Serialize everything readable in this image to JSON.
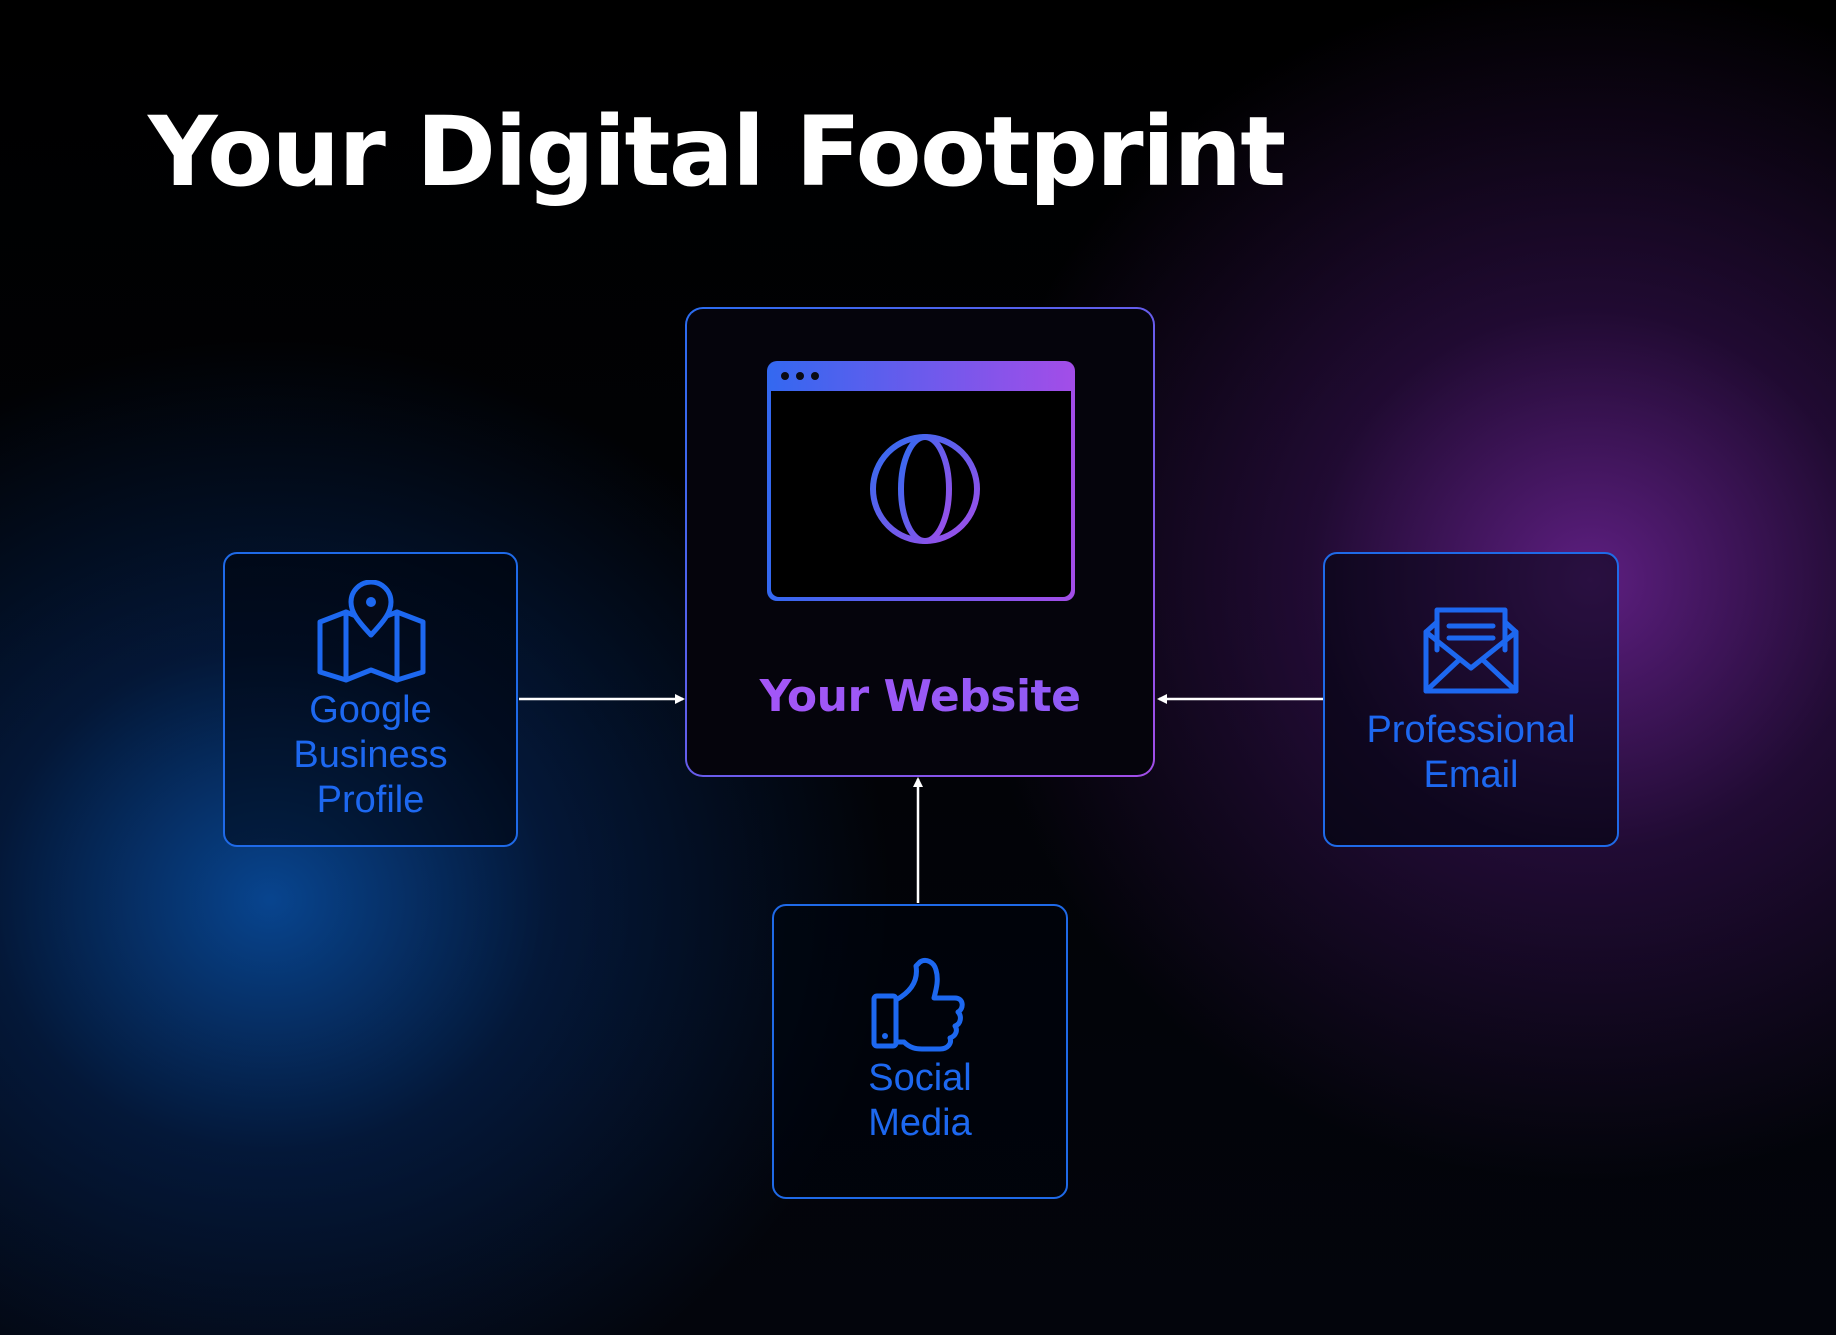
{
  "title": "Your Digital Footprint",
  "center": {
    "label": "Your Website",
    "icon": "globe-icon"
  },
  "nodes": {
    "google": {
      "label": "Google\nBusiness\nProfile",
      "icon": "map-pin-icon"
    },
    "email": {
      "label": "Professional\nEmail",
      "icon": "envelope-icon"
    },
    "social": {
      "label": "Social\nMedia",
      "icon": "thumbs-up-icon"
    }
  },
  "colors": {
    "node_blue": "#1f6ae8",
    "accent_purple": "#a24de8",
    "arrow": "#ffffff"
  }
}
